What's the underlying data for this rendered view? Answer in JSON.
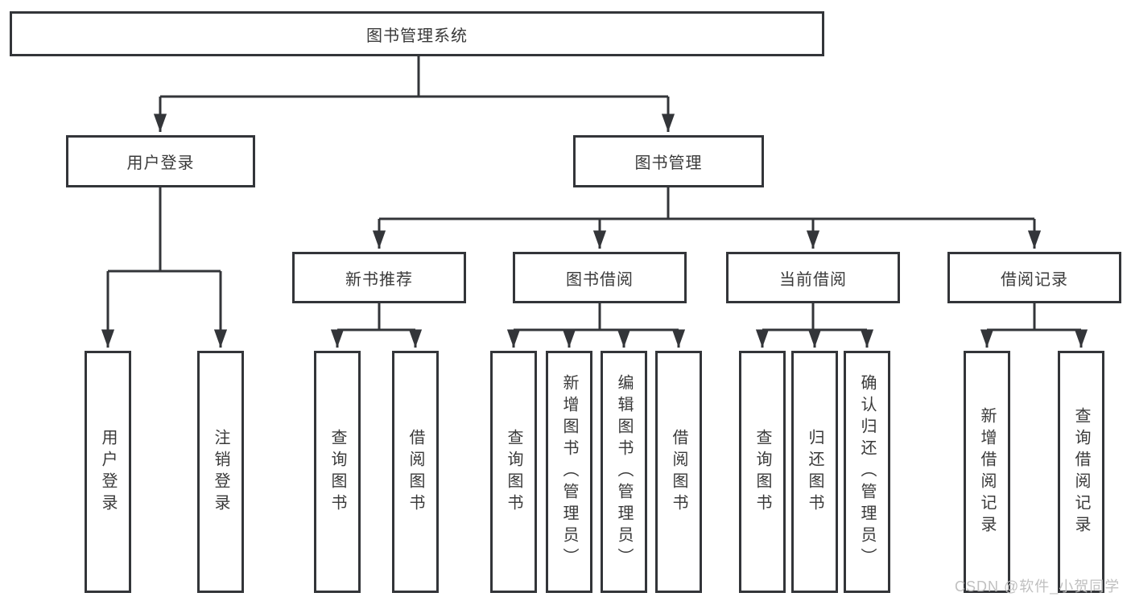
{
  "diagram": {
    "title": "图书管理系统",
    "branches": [
      {
        "label": "用户登录",
        "children": [
          "用户登录",
          "注销登录"
        ]
      },
      {
        "label": "图书管理",
        "sections": [
          {
            "label": "新书推荐",
            "children": [
              "查询图书",
              "借阅图书"
            ]
          },
          {
            "label": "图书借阅",
            "children": [
              "查询图书",
              "新增图书（管理员）",
              "编辑图书（管理员）",
              "借阅图书"
            ]
          },
          {
            "label": "当前借阅",
            "children": [
              "查询图书",
              "归还图书",
              "确认归还（管理员）"
            ]
          },
          {
            "label": "借阅记录",
            "children": [
              "新增借阅记录",
              "查询借阅记录"
            ]
          }
        ]
      }
    ]
  },
  "watermark": "CSDN @软件_小贺同学"
}
